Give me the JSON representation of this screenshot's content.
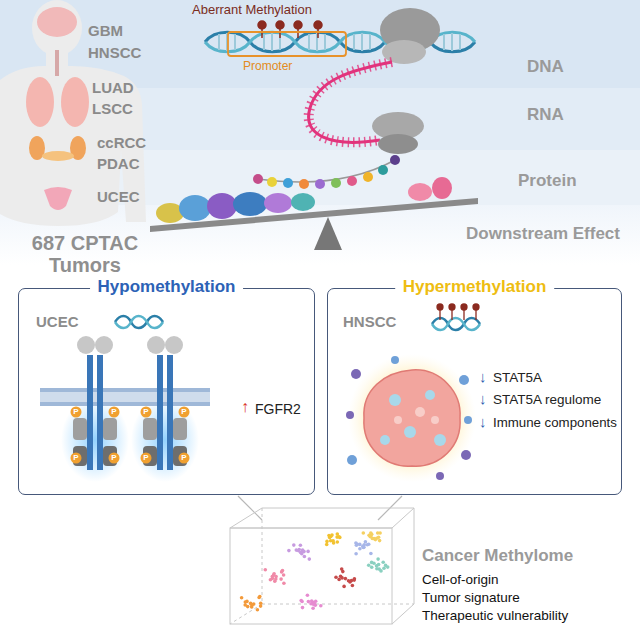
{
  "diagram": {
    "nodes": [
      {
        "text": [
          "Hypomethylation",
          "UCEC",
          "↑",
          "FGFR2"
        ]
      },
      {
        "text": [
          "Hypermethylation",
          "HNSCC",
          "↓",
          "STAT5A",
          "↓",
          "STAT5A regulome",
          "↓",
          "Immune components"
        ]
      }
    ],
    "labels": [
      "GBM",
      "HNSCC",
      "LUAD",
      "LSCC",
      "ccRCC",
      "PDAC",
      "UCEC",
      "687 CPTAC Tumors",
      "Aberrant Methylation",
      "Promoter",
      "DNA",
      "RNA",
      "Protein",
      "Downstream Effect",
      "P",
      "P",
      "P",
      "P",
      "P",
      "P",
      "P",
      "P",
      "Cancer Methylome",
      "Cell-of-origin",
      "Tumor signature",
      "Therapeutic vulnerability"
    ]
  }
}
